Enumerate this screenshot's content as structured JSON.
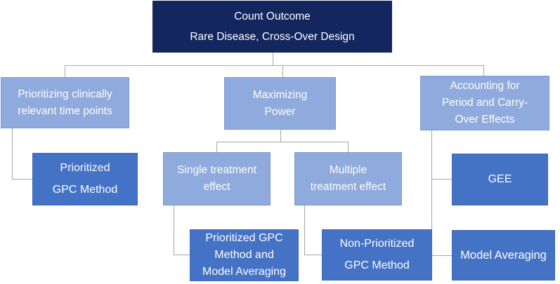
{
  "colors": {
    "root_bg": "#13265e",
    "light_bg": "#8faadc",
    "mid_bg": "#4472c4",
    "line": "#a6a6a6",
    "text": "#ffffff"
  },
  "nodes": {
    "root": {
      "lines": [
        "Count Outcome",
        "Rare Disease, Cross-Over Design"
      ]
    },
    "time_points": {
      "lines": [
        "Prioritizing clinically",
        "relevant time points"
      ]
    },
    "maximizing_power": {
      "lines": [
        "Maximizing",
        "Power"
      ]
    },
    "period_carryover": {
      "lines": [
        "Accounting for",
        "Period and Carry-",
        "Over Effects"
      ]
    },
    "prioritized_gpc": {
      "lines": [
        "Prioritized",
        "GPC Method"
      ]
    },
    "single_effect": {
      "lines": [
        "Single treatment",
        "effect"
      ]
    },
    "multiple_effect": {
      "lines": [
        "Multiple",
        "treatment effect"
      ]
    },
    "gee": {
      "lines": [
        "GEE"
      ]
    },
    "prioritized_gpc_model_avg": {
      "lines": [
        "Prioritized GPC",
        "Method and",
        "Model Averaging"
      ]
    },
    "non_prioritized_gpc": {
      "lines": [
        "Non-Prioritized",
        "GPC Method"
      ]
    },
    "model_averaging": {
      "lines": [
        "Model Averaging"
      ]
    }
  }
}
